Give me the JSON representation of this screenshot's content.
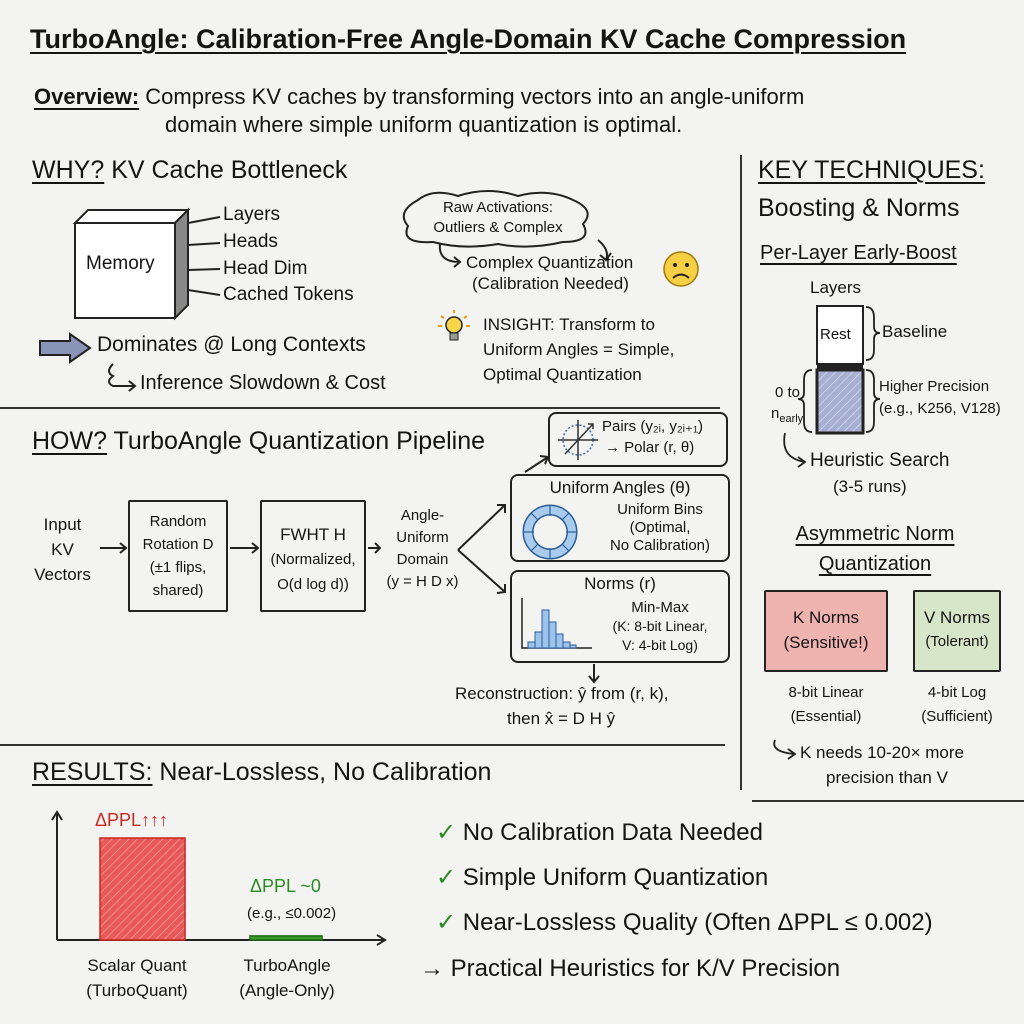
{
  "title": "TurboAngle: Calibration-Free Angle-Domain KV Cache Compression",
  "overview": {
    "label": "Overview:",
    "line1": "Compress KV caches by transforming vectors into an angle-uniform",
    "line2": "domain where simple uniform quantization is optimal."
  },
  "why": {
    "heading_key": "WHY?",
    "heading_rest": "KV Cache Bottleneck",
    "memory_label": "Memory",
    "dims": [
      "Layers",
      "Heads",
      "Head Dim",
      "Cached Tokens"
    ],
    "dominates": "Dominates @ Long Contexts",
    "slowdown": "Inference Slowdown & Cost",
    "cloud_line1": "Raw Activations:",
    "cloud_line2": "Outliers & Complex",
    "complex_line1": "Complex Quantization",
    "complex_line2": "(Calibration Needed)",
    "insight_line1": "INSIGHT: Transform to",
    "insight_line2": "Uniform Angles = Simple,",
    "insight_line3": "Optimal Quantization"
  },
  "how": {
    "heading_key": "HOW?",
    "heading_rest": "TurboAngle Quantization Pipeline",
    "input": [
      "Input",
      "KV",
      "Vectors"
    ],
    "rotation": [
      "Random",
      "Rotation D",
      "(±1 flips,",
      "shared)"
    ],
    "fwht": [
      "FWHT H",
      "(Normalized,",
      "O(d log d))"
    ],
    "domain": [
      "Angle-",
      "Uniform",
      "Domain",
      "(y = H D x)"
    ],
    "pairs_line1": "Pairs (y₂ᵢ, y₂ᵢ₊₁)",
    "pairs_line2": "→ Polar (r, θ)",
    "angles_title": "Uniform Angles (θ)",
    "angles_desc": [
      "Uniform Bins",
      "(Optimal,",
      "No Calibration)"
    ],
    "norms_title": "Norms (r)",
    "norms_desc": [
      "Min-Max",
      "(K: 8-bit Linear,",
      "V: 4-bit Log)"
    ],
    "recon_line1": "Reconstruction: ŷ from (r, k),",
    "recon_line2": "then x̂ = D H ŷ"
  },
  "key": {
    "heading_key": "KEY TECHNIQUES:",
    "heading_sub": "Boosting & Norms",
    "early_boost": "Per-Layer Early-Boost",
    "layers": "Layers",
    "rest": "Rest",
    "baseline": "Baseline",
    "range_line1": "0 to",
    "range_line2": "n",
    "range_sub": "early",
    "higher_line1": "Higher Precision",
    "higher_line2": "(e.g., K256, V128)",
    "search_line1": "Heuristic Search",
    "search_line2": "(3-5 runs)",
    "asym_line1": "Asymmetric Norm",
    "asym_line2": "Quantization",
    "k_norms": [
      "K Norms",
      "(Sensitive!)"
    ],
    "v_norms": [
      "V Norms",
      "(Tolerant)"
    ],
    "k_desc": [
      "8-bit Linear",
      "(Essential)"
    ],
    "v_desc": [
      "4-bit Log",
      "(Sufficient)"
    ],
    "k_note_line1": "K needs 10-20× more",
    "k_note_line2": "precision than V",
    "k_color": "#f0b4b0",
    "v_color": "#d7e6c9"
  },
  "results": {
    "heading_key": "RESULTS:",
    "heading_rest": "Near-Lossless, No Calibration",
    "checks": [
      "No Calibration Data Needed",
      "Simple Uniform Quantization",
      "Near-Lossless Quality (Often ΔPPL ≤ 0.002)"
    ],
    "check_mark": "✓",
    "arrow_item": "→ Practical Heuristics for K/V Precision"
  },
  "chart_data": {
    "type": "bar",
    "categories": [
      "Scalar Quant (TurboQuant)",
      "TurboAngle (Angle-Only)"
    ],
    "category_lines": [
      [
        "Scalar Quant",
        "(TurboQuant)"
      ],
      [
        "TurboAngle",
        "(Angle-Only)"
      ]
    ],
    "relative_values": [
      1.0,
      0.04
    ],
    "data_labels": [
      [
        "ΔPPL↑↑↑"
      ],
      [
        "ΔPPL ~0",
        "(e.g., ≤0.002)"
      ]
    ],
    "colors": [
      "#e04848",
      "#3a9a2a"
    ],
    "ylabel": "",
    "xlabel": ""
  }
}
